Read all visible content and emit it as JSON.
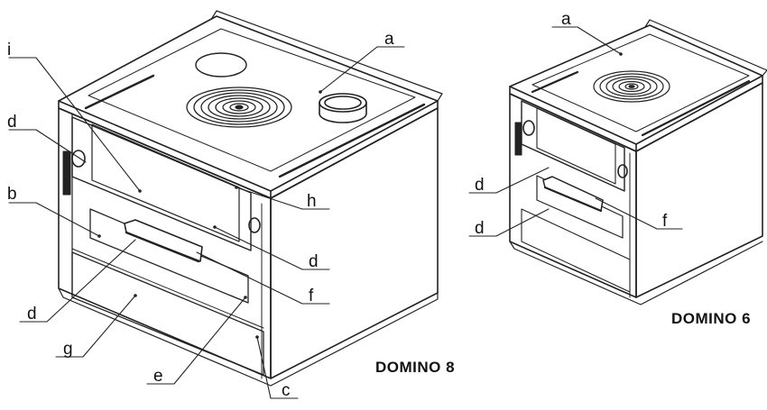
{
  "models": {
    "large": {
      "name": "DOMINO 8"
    },
    "small": {
      "name": "DOMINO 6"
    }
  },
  "labels_large": {
    "i": "i",
    "a": "a",
    "d_top": "d",
    "b": "b",
    "h": "h",
    "d_right": "d",
    "f": "f",
    "d_left": "d",
    "g": "g",
    "e": "e",
    "c": "c"
  },
  "labels_small": {
    "a": "a",
    "d_upper": "d",
    "d_lower": "d",
    "f": "f"
  },
  "colors": {
    "line": "#222222",
    "text": "#111111",
    "background": "#ffffff"
  }
}
